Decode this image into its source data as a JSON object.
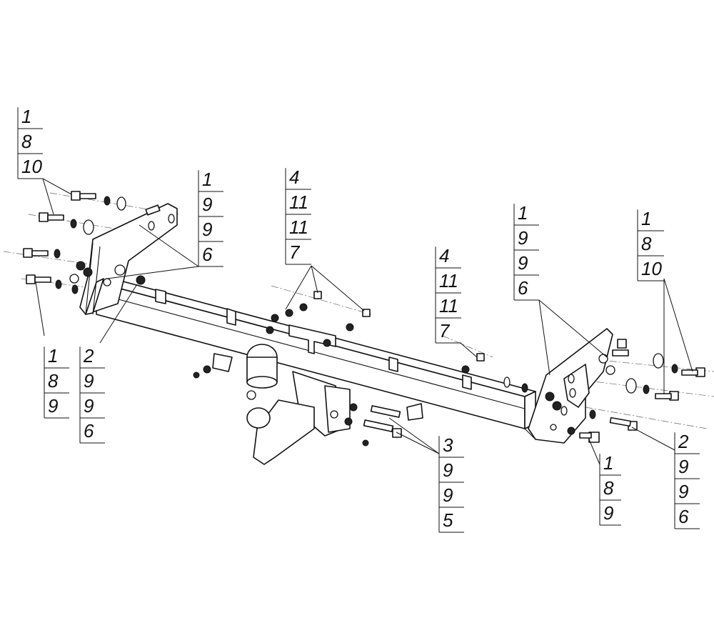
{
  "callouts": [
    {
      "id": "top-left",
      "labels": [
        "1",
        "8",
        "10"
      ]
    },
    {
      "id": "left-plate",
      "labels": [
        "1",
        "9",
        "9",
        "6"
      ]
    },
    {
      "id": "center-top",
      "labels": [
        "4",
        "11",
        "11",
        "7"
      ]
    },
    {
      "id": "center-mid",
      "labels": [
        "4",
        "11",
        "11",
        "7"
      ]
    },
    {
      "id": "right-plate",
      "labels": [
        "1",
        "9",
        "9",
        "6"
      ]
    },
    {
      "id": "top-right",
      "labels": [
        "1",
        "8",
        "10"
      ]
    },
    {
      "id": "bottom-left-a",
      "labels": [
        "1",
        "8",
        "9"
      ]
    },
    {
      "id": "bottom-left-b",
      "labels": [
        "2",
        "9",
        "9",
        "6"
      ]
    },
    {
      "id": "bottom-center",
      "labels": [
        "3",
        "9",
        "9",
        "5"
      ]
    },
    {
      "id": "bottom-right-a",
      "labels": [
        "1",
        "8",
        "9"
      ]
    },
    {
      "id": "bottom-right-b",
      "labels": [
        "2",
        "9",
        "9",
        "6"
      ]
    }
  ]
}
